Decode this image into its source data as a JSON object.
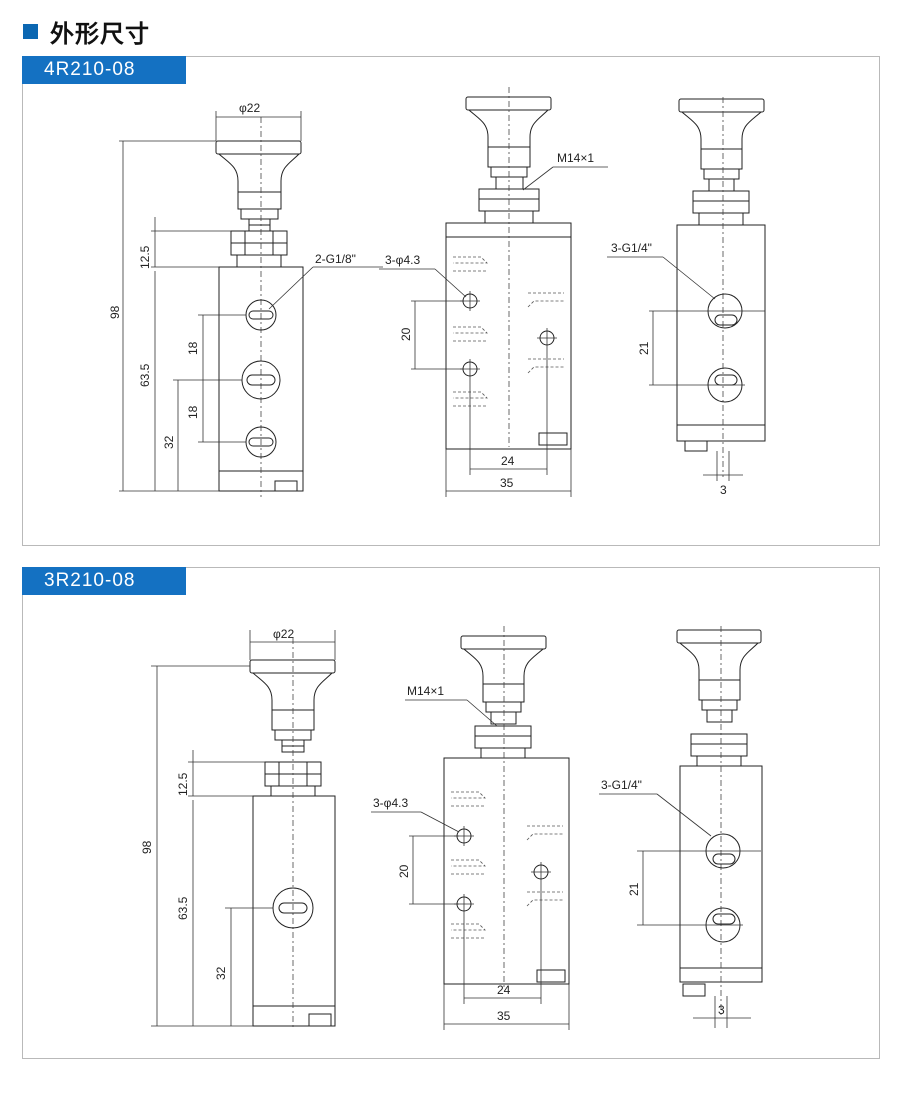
{
  "page_title": "外形尺寸",
  "sections": [
    {
      "model": "4R210-08",
      "dims": {
        "dia_knob": "φ22",
        "total_h": "98",
        "nut_h": "12.5",
        "body_h": "63.5",
        "port_pitch_a": "18",
        "port_pitch_b": "18",
        "bottom_port": "32",
        "port_thread": "2-G1/8\"",
        "mount_holes": "3-φ4.3",
        "hole_pitch": "20",
        "hole_spacing_w": "24",
        "body_width": "35",
        "nut_thread": "M14×1",
        "side_ports": "3-G1/4\"",
        "side_pitch": "21",
        "offset": "3"
      }
    },
    {
      "model": "3R210-08",
      "dims": {
        "dia_knob": "φ22",
        "total_h": "98",
        "nut_h": "12.5",
        "body_h": "63.5",
        "bottom_port": "32",
        "mount_holes": "3-φ4.3",
        "hole_pitch": "20",
        "hole_spacing_w": "24",
        "body_width": "35",
        "nut_thread": "M14×1",
        "side_ports": "3-G1/4\"",
        "side_pitch": "21",
        "offset": "3"
      }
    }
  ]
}
